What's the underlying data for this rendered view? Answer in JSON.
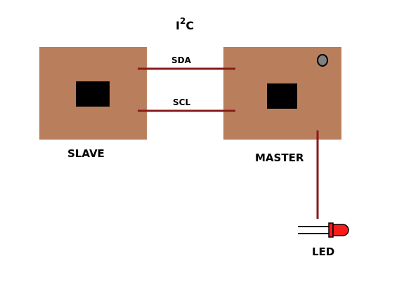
{
  "title": {
    "base": "I",
    "superscript": "2",
    "suffix": "C"
  },
  "boards": {
    "slave": {
      "label": "SLAVE"
    },
    "master": {
      "label": "MASTER"
    }
  },
  "buses": {
    "sda": {
      "label": "SDA"
    },
    "scl": {
      "label": "SCL"
    }
  },
  "led": {
    "label": "LED"
  },
  "colors": {
    "board": "#b97f5d",
    "chip": "#000000",
    "wire": "#8b1a1a",
    "led_body": "#ff1a1a",
    "led_leads": "#000000",
    "mount_hole": "#808080",
    "text": "#000000"
  }
}
